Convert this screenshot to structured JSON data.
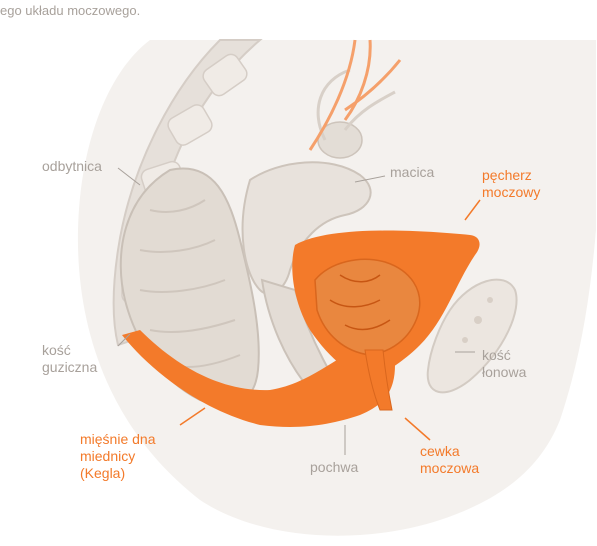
{
  "caption": "ego układu moczowego.",
  "labels": {
    "odbytnica": "odbytnica",
    "macica": "macica",
    "pecherz": "pęcherz\nmoczowy",
    "kosc_guziczna": "kość\nguziczna",
    "kosc_lonowa": "kość\nłonowa",
    "miesnie": "mięśnie dna\nmiednicy\n(Kegla)",
    "pochwa": "pochwa",
    "cewka": "cewka\nmoczowa"
  },
  "colors": {
    "accent": "#f37a2a",
    "label_gray": "#a8a19b",
    "tissue": "#efeae6",
    "tissue_dark": "#d9d2cb"
  }
}
